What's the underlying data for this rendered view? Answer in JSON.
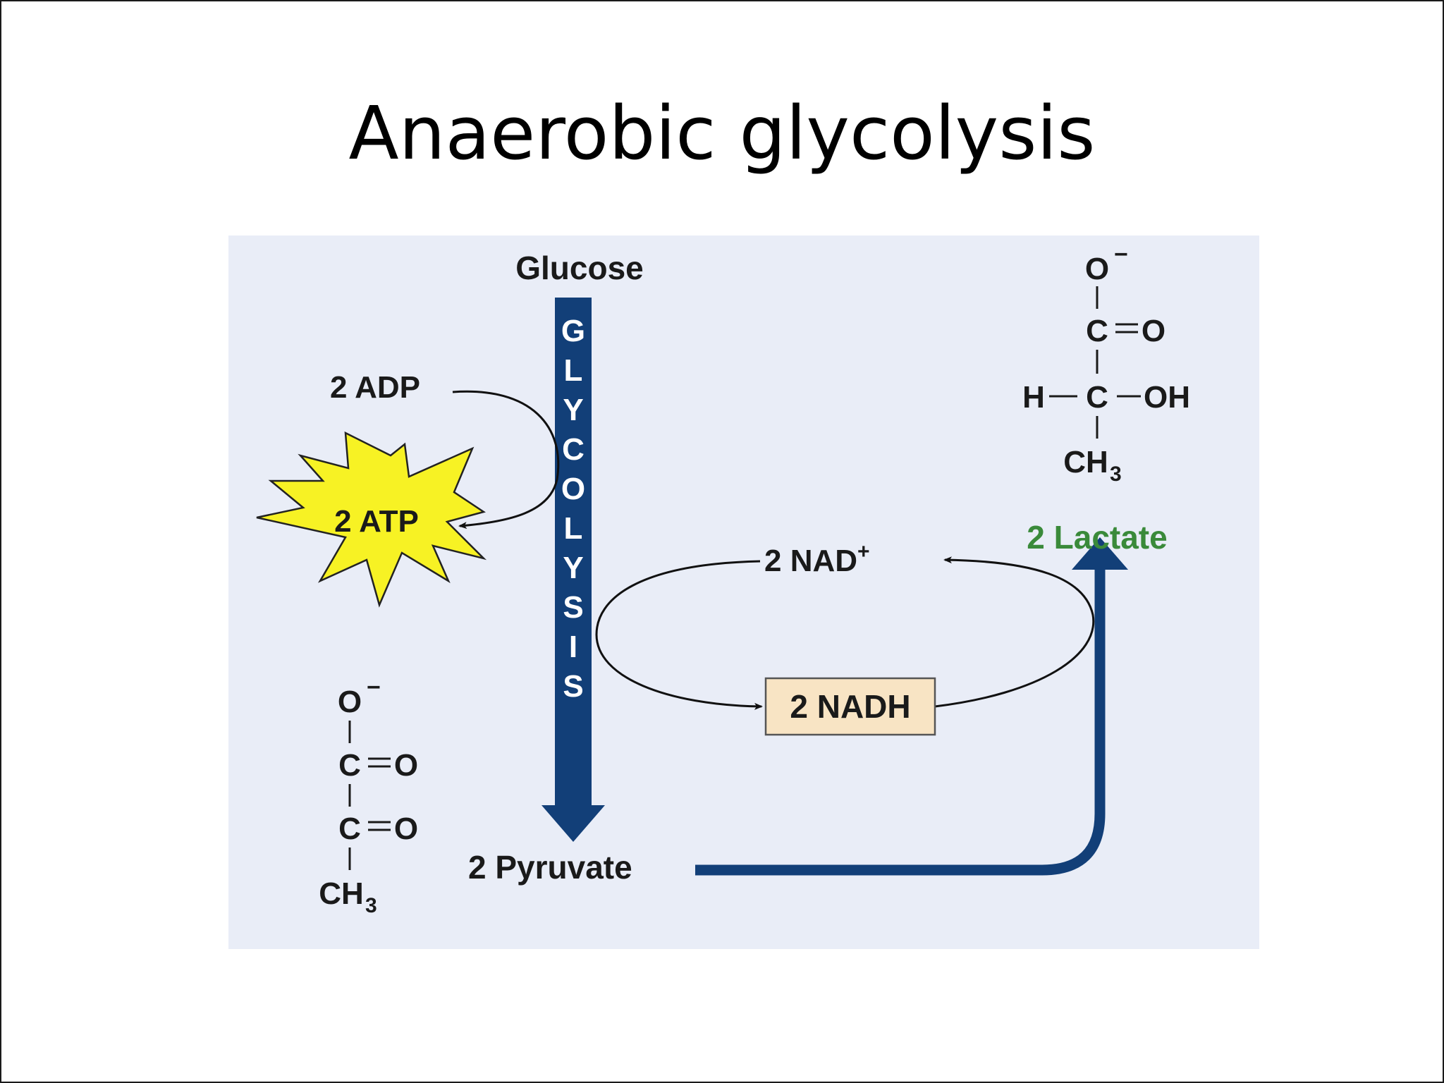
{
  "slide": {
    "title": "Anaerobic glycolysis"
  },
  "diagram": {
    "colors": {
      "panel_bg": "#e9edf7",
      "arrow_blue": "#123f78",
      "lactate_green": "#3a8a3a",
      "atp_burst": "#f7f224",
      "nadh_box": "#f8e4c4"
    },
    "glucose_label": "Glucose",
    "glycolysis_letters": [
      "G",
      "L",
      "Y",
      "C",
      "O",
      "L",
      "Y",
      "S",
      "I",
      "S"
    ],
    "adp_label": "2 ADP",
    "atp_label": "2 ATP",
    "nad_label": "2 NAD",
    "nad_superscript": "+",
    "nadh_label": "2 NADH",
    "pyruvate_label": "2 Pyruvate",
    "lactate_label": "2 Lactate",
    "pyruvate_structure": {
      "o_minus": "O",
      "minus": "−",
      "c1": "C",
      "o1": "O",
      "c2": "C",
      "o2": "O",
      "ch": "CH",
      "sub3": "3"
    },
    "lactate_structure": {
      "o_minus": "O",
      "minus": "−",
      "c1": "C",
      "o1": "O",
      "h": "H",
      "c2": "C",
      "oh": "OH",
      "ch": "CH",
      "sub3": "3"
    }
  }
}
